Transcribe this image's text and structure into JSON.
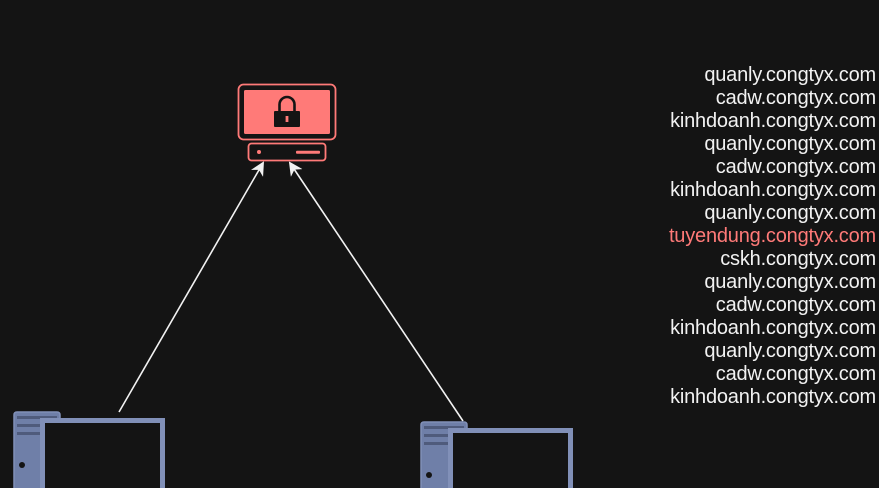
{
  "colors": {
    "background": "#141414",
    "server_fill": "#ff7a78",
    "server_stroke": "#ff7a78",
    "lock": "#141414",
    "arrow": "#f2f2f2",
    "computer_stroke": "#8190b8",
    "computer_tower": "#6f7fa8",
    "domain_text": "#f2f2f2",
    "domain_highlight": "#ff7a78"
  },
  "icons": {
    "server": "locked-server-icon",
    "lock": "padlock-icon",
    "computer_left": "desktop-computer-icon",
    "computer_right": "desktop-computer-icon"
  },
  "domains": [
    {
      "text": "quanly.congtyx.com",
      "highlight": false
    },
    {
      "text": "cadw.congtyx.com",
      "highlight": false
    },
    {
      "text": "kinhdoanh.congtyx.com",
      "highlight": false
    },
    {
      "text": "quanly.congtyx.com",
      "highlight": false
    },
    {
      "text": "cadw.congtyx.com",
      "highlight": false
    },
    {
      "text": "kinhdoanh.congtyx.com",
      "highlight": false
    },
    {
      "text": "quanly.congtyx.com",
      "highlight": false
    },
    {
      "text": "tuyendung.congtyx.com",
      "highlight": true
    },
    {
      "text": "cskh.congtyx.com",
      "highlight": false
    },
    {
      "text": "quanly.congtyx.com",
      "highlight": false
    },
    {
      "text": "cadw.congtyx.com",
      "highlight": false
    },
    {
      "text": "kinhdoanh.congtyx.com",
      "highlight": false
    },
    {
      "text": "quanly.congtyx.com",
      "highlight": false
    },
    {
      "text": "cadw.congtyx.com",
      "highlight": false
    },
    {
      "text": "kinhdoanh.congtyx.com",
      "highlight": false
    }
  ]
}
